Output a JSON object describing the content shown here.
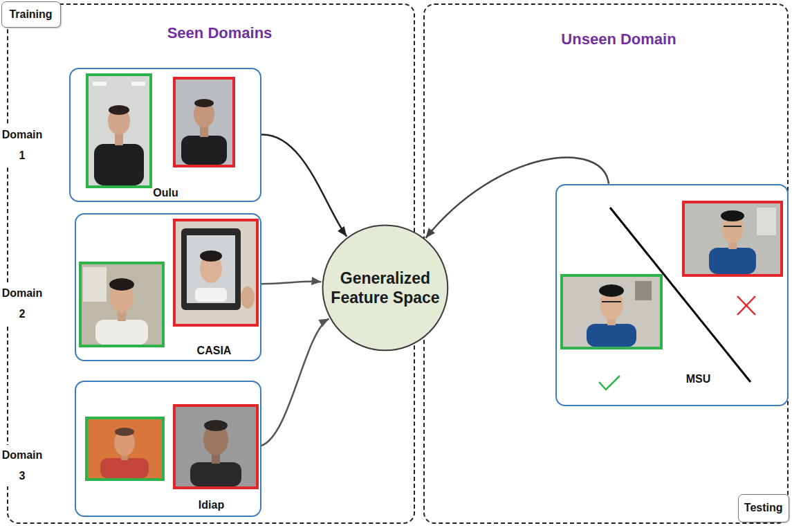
{
  "diagram": {
    "nodes": [
      {
        "text": [
          "Seen Domains"
        ]
      },
      {
        "text": [
          "Training"
        ],
        "in": 0
      },
      {
        "text": [
          "Oulu"
        ],
        "in": 0
      },
      {
        "text": [
          "CASIA"
        ],
        "in": 0
      },
      {
        "text": [
          "Idiap"
        ],
        "in": 0
      },
      {
        "text": [
          "Generalized Feature Space"
        ]
      },
      {
        "text": [
          "Unseen Domain"
        ]
      },
      {
        "text": [
          "MSU"
        ],
        "in": 6
      },
      {
        "text": [
          "Testing"
        ],
        "in": 6
      }
    ],
    "edges": [
      {
        "from": 2,
        "to": 5,
        "arrow": "to"
      },
      {
        "from": 3,
        "to": 5,
        "arrow": "to"
      },
      {
        "from": 4,
        "to": 5,
        "arrow": "to"
      },
      {
        "from": 7,
        "to": 5,
        "arrow": "to"
      }
    ],
    "labels": [
      "Domain 1",
      "Domain 2",
      "Domain 3"
    ]
  }
}
